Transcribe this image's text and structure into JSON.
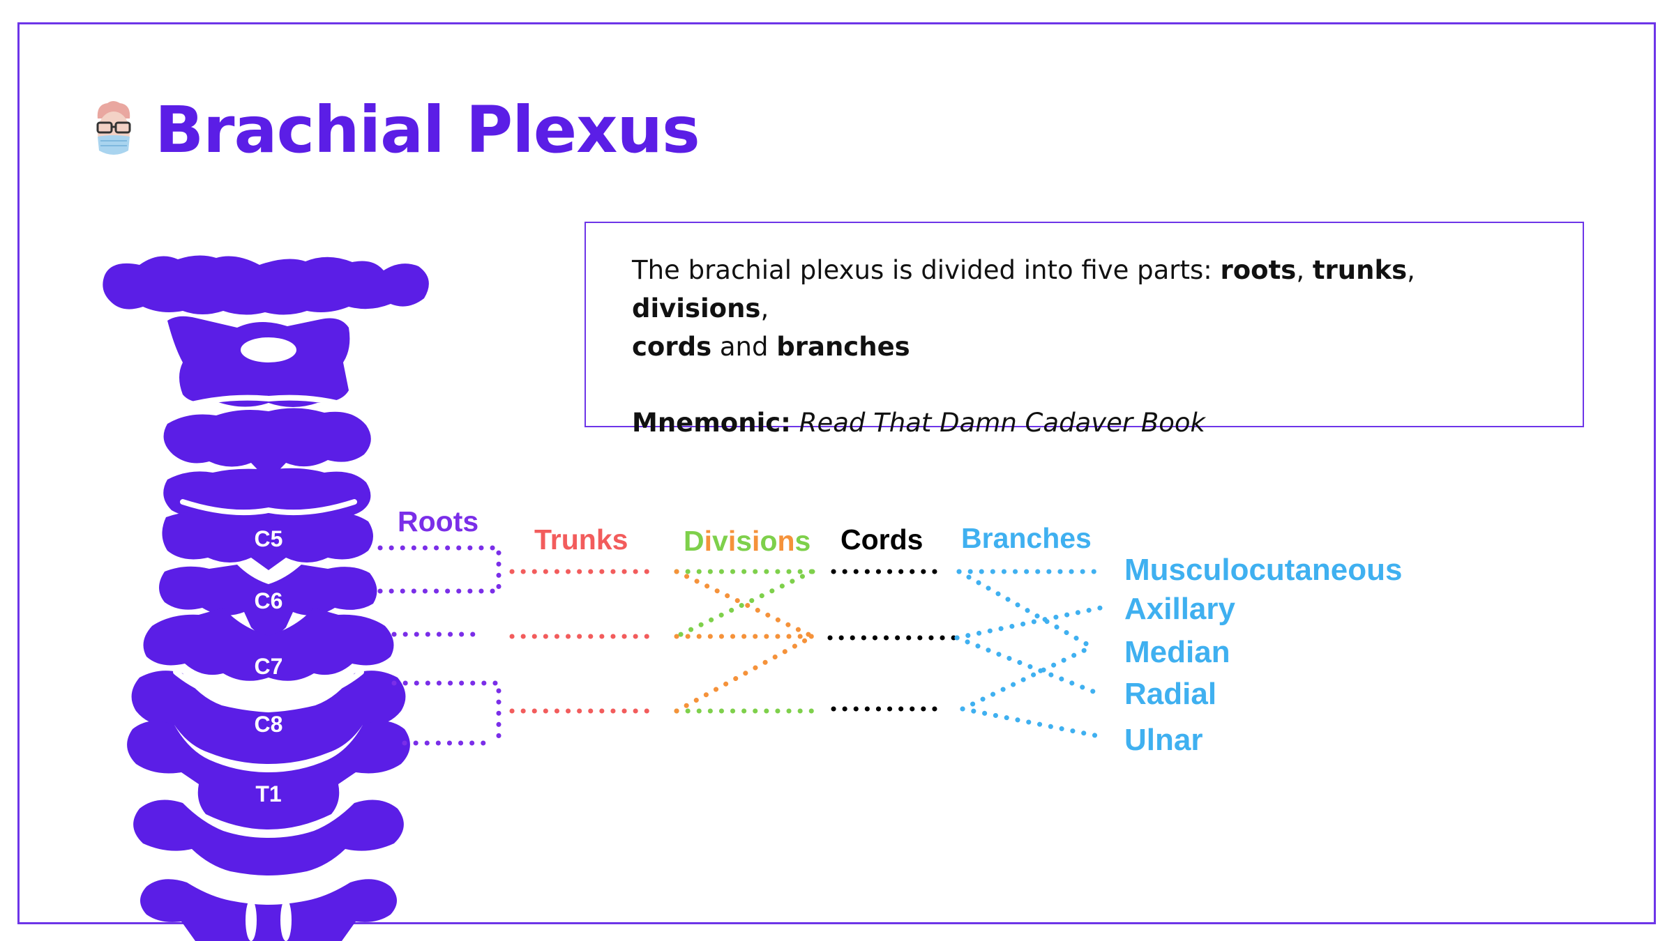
{
  "title": "Brachial Plexus",
  "info": {
    "intro": "The brachial plexus is divided into five parts: ",
    "roots": "roots",
    "sep1": ", ",
    "trunks": "trunks",
    "sep2": ", ",
    "divisions": "divisions",
    "sep3": ",",
    "cords": "cords",
    "and": " and ",
    "branches": "branches",
    "mnemonic_label": "Mnemonic:",
    "mnemonic_text": "Read That Damn Cadaver Book"
  },
  "vertebrae": [
    "C5",
    "C6",
    "C7",
    "C8",
    "T1"
  ],
  "stage_headers": {
    "roots": "Roots",
    "trunks": "Trunks",
    "divisions": "Divisions",
    "cords": "Cords",
    "branches": "Branches"
  },
  "branches": [
    "Musculocutaneous",
    "Axillary",
    "Median",
    "Radial",
    "Ulnar"
  ],
  "colors": {
    "accent": "#5b1ee6",
    "frame": "#6d35e8",
    "roots": "#7a2ee8",
    "trunks": "#f25c5c",
    "divisions_green": "#7ed04b",
    "divisions_orange": "#f5923a",
    "cords": "#000000",
    "branches": "#3fb0f0"
  }
}
